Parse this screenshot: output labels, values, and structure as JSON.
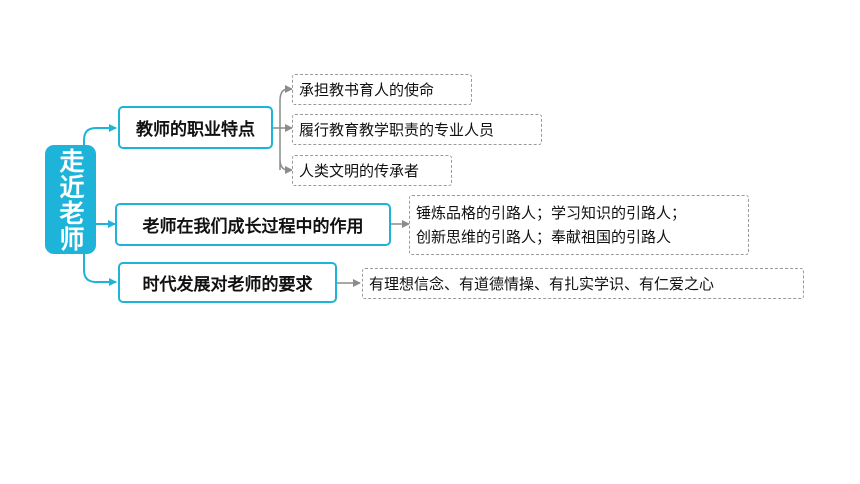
{
  "root": {
    "label": "走近老师"
  },
  "colors": {
    "accent": "#1eb3d9",
    "leaf_border": "#9a9a9a",
    "connector_gray": "#8c8c8c"
  },
  "topics": [
    {
      "label": "教师的职业特点",
      "leaves": [
        "承担教书育人的使命",
        "履行教育教学职责的专业人员",
        "人类文明的传承者"
      ]
    },
    {
      "label": "老师在我们成长过程中的作用",
      "leaves": [
        {
          "line1": "锤炼品格的引路人；学习知识的引路人；",
          "line2": "创新思维的引路人；奉献祖国的引路人"
        }
      ]
    },
    {
      "label": "时代发展对老师的要求",
      "leaves": [
        "有理想信念、有道德情操、有扎实学识、有仁爱之心"
      ]
    }
  ]
}
